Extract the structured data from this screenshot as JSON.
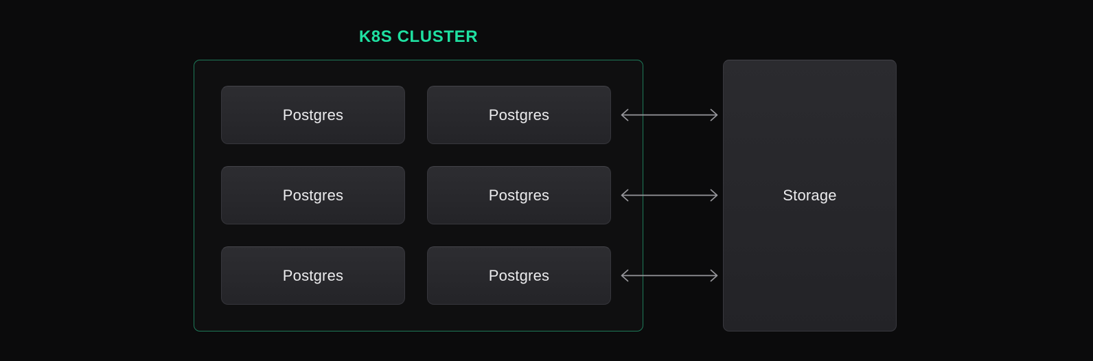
{
  "diagram": {
    "cluster": {
      "title": "K8S CLUSTER",
      "nodes": [
        {
          "label": "Postgres"
        },
        {
          "label": "Postgres"
        },
        {
          "label": "Postgres"
        },
        {
          "label": "Postgres"
        },
        {
          "label": "Postgres"
        },
        {
          "label": "Postgres"
        }
      ],
      "layout": {
        "columns": 2,
        "rows": 3
      }
    },
    "storage": {
      "label": "Storage"
    },
    "arrows": {
      "count": 3,
      "type": "bidirectional",
      "from": "Postgres (right column)",
      "to": "Storage"
    },
    "colors": {
      "background": "#0b0b0c",
      "title_green": "#1fe0a1",
      "cluster_border_green": "#1e7a59",
      "node_fill": "#28282c",
      "node_border": "#36363c",
      "node_text": "#ececee",
      "arrow_gray": "#97979c"
    }
  }
}
